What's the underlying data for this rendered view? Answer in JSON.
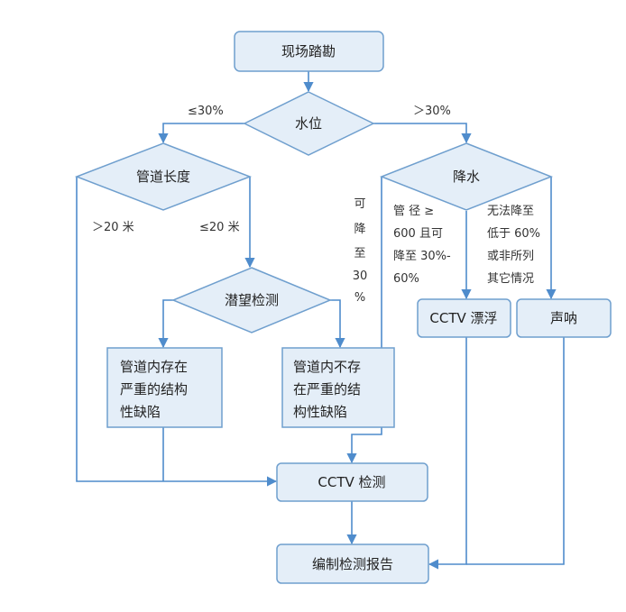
{
  "nodes": {
    "survey": "现场踏勘",
    "water_level": "水位",
    "pipe_length": "管道长度",
    "dewater": "降水",
    "periscope": "潜望检测",
    "severe_line1": "管道内存在",
    "severe_line2": "严重的结构",
    "severe_line3": "性缺陷",
    "no_severe_line1": "管道内不存",
    "no_severe_line2": "在严重的结",
    "no_severe_line3": "构性缺陷",
    "cctv_float": "CCTV 漂浮",
    "sonar": "声呐",
    "cctv_inspect": "CCTV 检测",
    "report": "编制检测报告"
  },
  "labels": {
    "le30": "≤30%",
    "gt30": "＞30%",
    "gt20": "＞20 米",
    "le20": "≤20 米",
    "can_lower": [
      "可",
      "降",
      "至",
      "30",
      "%"
    ],
    "pipe_dia_line1": "管 径 ≥",
    "pipe_dia_line2": "600 且可",
    "pipe_dia_line3": "降至 30%-",
    "pipe_dia_line4": "60%",
    "cannot_line1": "无法降至",
    "cannot_line2": "低于 60%",
    "cannot_line3": "或非所列",
    "cannot_line4": "其它情况"
  }
}
